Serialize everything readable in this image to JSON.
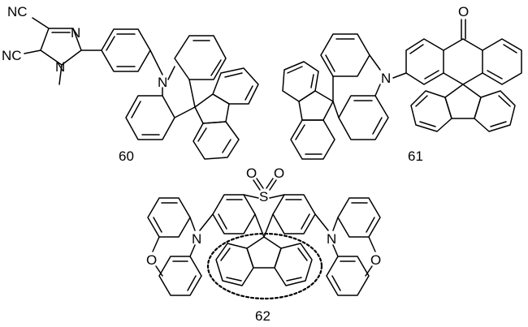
{
  "compounds": [
    {
      "label": "60",
      "atoms": {
        "nc1": "NC",
        "nc2": "NC",
        "n_imid_top": "N",
        "n_imid_me": "N",
        "n_acridine": "N"
      }
    },
    {
      "label": "61",
      "atoms": {
        "o_ketone": "O",
        "n_acridine": "N"
      }
    },
    {
      "label": "62",
      "atoms": {
        "s": "S",
        "o1": "O",
        "o2": "O",
        "n_left": "N",
        "n_right": "N",
        "o_left": "O",
        "o_right": "O"
      }
    }
  ]
}
